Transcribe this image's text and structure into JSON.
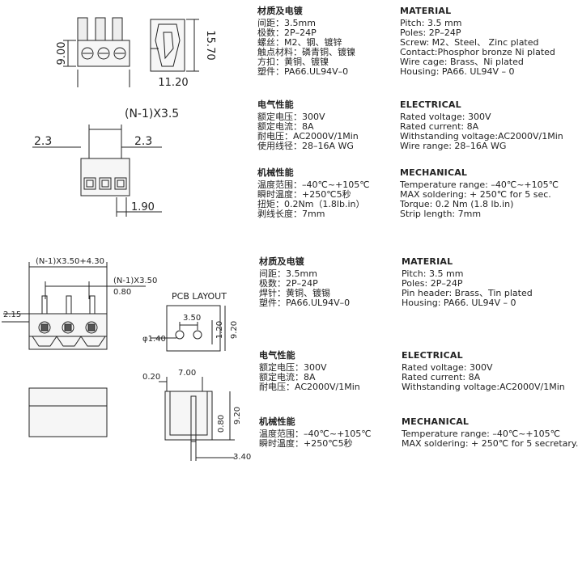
{
  "top_drawing": {
    "dim_height": "9.00",
    "dim_total_height": "15.70",
    "dim_width": "11.20",
    "pitch_label": "(N-1)X3.5",
    "dim_left": "2.3",
    "dim_right": "2.3",
    "dim_bottom": "1.90"
  },
  "top_cn": {
    "material": {
      "head": "材质及电镀",
      "lines": [
        "间距：3.5mm",
        "极数：2P–24P",
        "螺丝：M2、钢、镀锌",
        "触点材料：磷青铜、镀镍",
        "方扣：黄铜、镀镍",
        "塑件：PA66.UL94V–0"
      ]
    },
    "electrical": {
      "head": "电气性能",
      "lines": [
        "额定电压：300V",
        "额定电流：8A",
        "耐电压：AC2000V/1Min",
        "使用线径：28–16A WG"
      ]
    },
    "mechanical": {
      "head": "机械性能",
      "lines": [
        "温度范围：–40℃~+105℃",
        "瞬时温度：+250℃5秒",
        "扭矩：0.2Nm（1.8lb.in）",
        "剥线长度：7mm"
      ]
    }
  },
  "top_en": {
    "material": {
      "head": "MATERIAL",
      "lines": [
        "Pitch: 3.5 mm",
        "Poles:  2P–24P",
        "Screw: M2、Steel、 Zinc plated",
        "Contact:Phosphor bronze Ni plated",
        "Wire cage: Brass、Ni plated",
        "Housing: PA66. UL94V – 0"
      ]
    },
    "electrical": {
      "head": "ELECTRICAL",
      "lines": [
        "Rated voltage: 300V",
        "Rated current: 8A",
        "Withstanding voltage:AC2000V/1Min",
        "Wire range: 28–16A WG"
      ]
    },
    "mechanical": {
      "head": "MECHANICAL",
      "lines": [
        "Temperature range: –40℃~+105℃",
        "MAX soldering: + 250℃ for 5 sec.",
        "Torque: 0.2 Nm (1.8 lb.in)",
        "Strip length: 7mm"
      ]
    }
  },
  "bottom_drawing": {
    "dim_top": "(N-1)X3.50+4.30",
    "dim_pitch": "(N-1)X3.50",
    "dim_pin": "0.80",
    "dim_side": "2.15",
    "pcb_title": "PCB LAYOUT",
    "pcb_pitch": "3.50",
    "pcb_hole": "φ1.40",
    "pcb_h1": "1.20",
    "pcb_h2": "9.20",
    "side_top": "0.20",
    "side_width": "7.00",
    "side_pin": "0.80",
    "side_height": "9.20",
    "side_bottom": "3.40"
  },
  "bottom_cn": {
    "material": {
      "head": "材质及电镀",
      "lines": [
        "间距：3.5mm",
        "极数：2P–24P",
        "焊针：黄铜、镀锡",
        "塑件：PA66.UL94V–0"
      ]
    },
    "electrical": {
      "head": "电气性能",
      "lines": [
        "额定电压：300V",
        "额定电流：8A",
        "耐电压：AC2000V/1Min"
      ]
    },
    "mechanical": {
      "head": "机械性能",
      "lines": [
        "温度范围：–40℃~+105℃",
        "瞬时温度：+250℃5秒"
      ]
    }
  },
  "bottom_en": {
    "material": {
      "head": "MATERIAL",
      "lines": [
        "Pitch: 3.5 mm",
        "Poles:  2P–24P",
        "Pin header: Brass、Tin plated",
        "Housing: PA66. UL94V – 0"
      ]
    },
    "electrical": {
      "head": "ELECTRICAL",
      "lines": [
        "Rated voltage: 300V",
        "Rated current: 8A",
        "Withstanding voltage:AC2000V/1Min"
      ]
    },
    "mechanical": {
      "head": "MECHANICAL",
      "lines": [
        "Temperature range: –40℃~+105℃",
        "MAX soldering: + 250℃ for 5 secretary."
      ]
    }
  }
}
